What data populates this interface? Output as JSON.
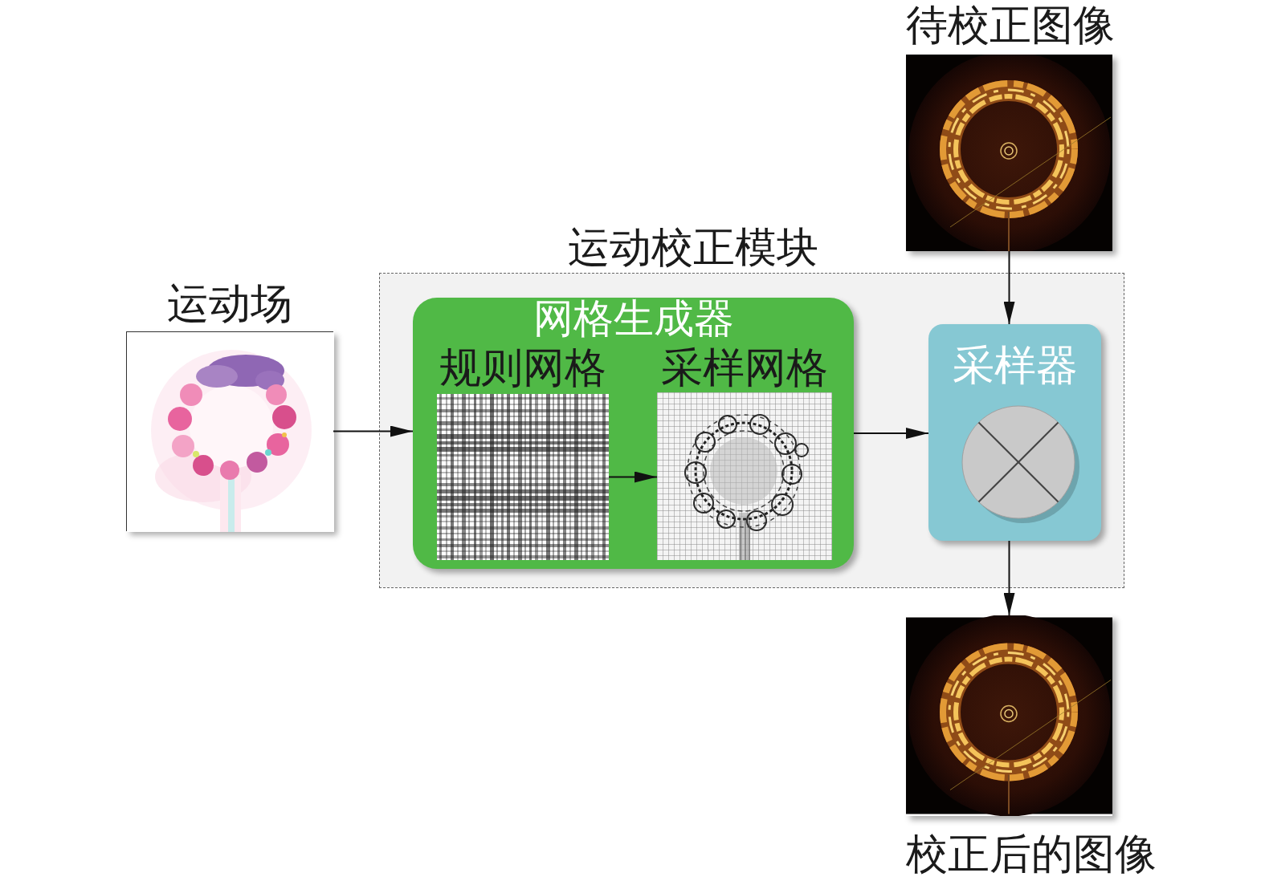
{
  "diagram": {
    "nodes": [
      {
        "text": [
          "待校正图像"
        ]
      },
      {
        "text": [
          "运动校正模块"
        ]
      },
      {
        "text": [
          "网格生成器"
        ],
        "in": 1
      },
      {
        "text": [
          "规则网格"
        ],
        "in": 2
      },
      {
        "text": [
          "采样网格"
        ],
        "in": 2
      },
      {
        "text": [
          "采样器"
        ],
        "in": 1
      },
      {
        "text": [
          "运动场"
        ]
      },
      {
        "text": [
          "校正后的图像"
        ]
      }
    ],
    "edges": [
      {
        "from": 6,
        "to": 2,
        "arrow": "to"
      },
      {
        "from": 3,
        "to": 4,
        "arrow": "to"
      },
      {
        "from": 2,
        "to": 5,
        "arrow": "to"
      },
      {
        "from": 0,
        "to": 5,
        "arrow": "to"
      },
      {
        "from": 5,
        "to": 7,
        "arrow": "to"
      }
    ]
  }
}
